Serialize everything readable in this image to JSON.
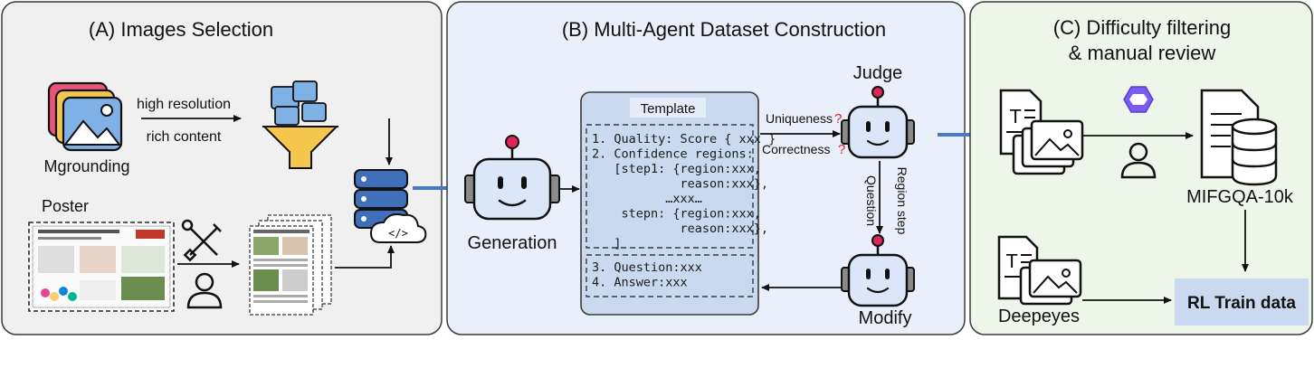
{
  "panels": {
    "a": {
      "title": "(A) Images Selection",
      "fill": "#f0f0f0"
    },
    "b": {
      "title": "(B) Multi-Agent Dataset Construction",
      "fill": "#eaf0fb"
    },
    "c": {
      "title_line1": "(C) Difficulty filtering",
      "title_line2": "& manual review",
      "fill": "#eef6ea"
    }
  },
  "a": {
    "arrow_top": "high resolution",
    "arrow_bottom": "rich content",
    "mgrounding": "Mgrounding",
    "poster": "Poster"
  },
  "b": {
    "generation": "Generation",
    "judge": "Judge",
    "modify": "Modify",
    "uniqueness": "Uniqueness",
    "correctness": "Correctness",
    "qmark": "?",
    "question": "Question",
    "region_step": "Region step",
    "template": {
      "title": "Template",
      "top_lines": [
        "1. Quality: Score { xxx }",
        "2. Confidence regions:",
        "   [step1: {region:xxx,",
        "            reason:xxx},",
        "          …xxx…",
        "    stepn: {region:xxx,",
        "            reason:xxx},",
        "   ]"
      ],
      "bottom_lines": [
        "3. Question:xxx",
        "4. Answer:xxx"
      ]
    }
  },
  "c": {
    "mifgqa": "MIFGQA-10k",
    "deepeyes": "Deepeyes",
    "rl_train": "RL Train data"
  },
  "colors": {
    "border": "#3a3a3a",
    "arrow_blue": "#4a78c4",
    "robot_ear": "#8a8a8a",
    "robot_antenna": "#e0245e",
    "qmark": "#e02020",
    "template_bg": "#c9daf0",
    "rl_box": "#c9daf0",
    "image_photo": "#7fb0e6"
  }
}
